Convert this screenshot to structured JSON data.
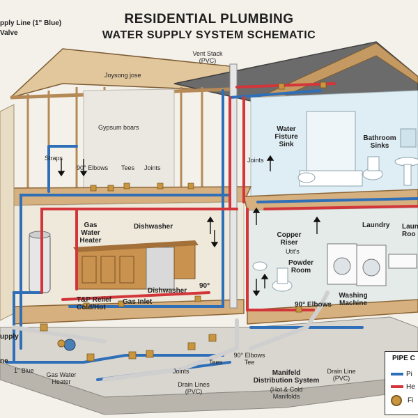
{
  "title": {
    "line1": "RESIDENTIAL PLUMBING",
    "line2": "WATER  SUPPLY SYSTEM SCHEMATIC"
  },
  "colors": {
    "cold": "#2f6fb8",
    "hot": "#d2363a",
    "pvc": "#e6e6e6",
    "copper": "#c9953f",
    "wood": "#d7b07f"
  },
  "labels": {
    "supply_line": "pply Line (1\" Blue)",
    "valve": "Valve",
    "vent_stack": "Vent Stack\n(PVC)",
    "joysong": "Joysong jose",
    "gypsum": "Gypsum boars",
    "straps": "Straps",
    "elbows_90_top": "90° Elbows",
    "tees_top": "Tees",
    "joints_top": "Joints",
    "water_fixture_sink": "Water\nFisture\nSink",
    "joints_right": "Joints",
    "bathroom_sinks": "Bathroom\nSinks",
    "gas_water_heater": "Gas\nWater\nHeater",
    "dishwasher_top": "Dishwasher",
    "copper_riser": "Copper\nRiser",
    "utits": "Utit's",
    "laundry": "Laundry",
    "laundry_room": "Laun\nRoo",
    "powder_room": "Powder\nRoom",
    "dishwasher_bottom": "Dishwasher",
    "ninety": "90°",
    "tp_relief": "T&P Relief\nCold/Hot",
    "gas_inlet": "Gas Inlet",
    "elbows_90_right": "90° Elbows",
    "washing_machine": "Washing\nMachine",
    "supply_left": "upply",
    "ne": "ne",
    "one_blue": "1\" Blue",
    "gas_water_heater_bottom": "Gas Water\nHeater",
    "joints_bottom": "Joints",
    "tees_bottom": "Tees",
    "drain_lines": "Drain Lines\n(PVC)",
    "elbows_tee": "90° Elbows\nTee",
    "manifold": "Manifeld\nDistribution System",
    "manifold_sub": "(Hot & Cold\nManifolds",
    "drain_line": "Drain Line\n(PVC)"
  },
  "legend": {
    "title": "PIPE C",
    "items": [
      "Pi",
      "He",
      "Fi"
    ]
  }
}
